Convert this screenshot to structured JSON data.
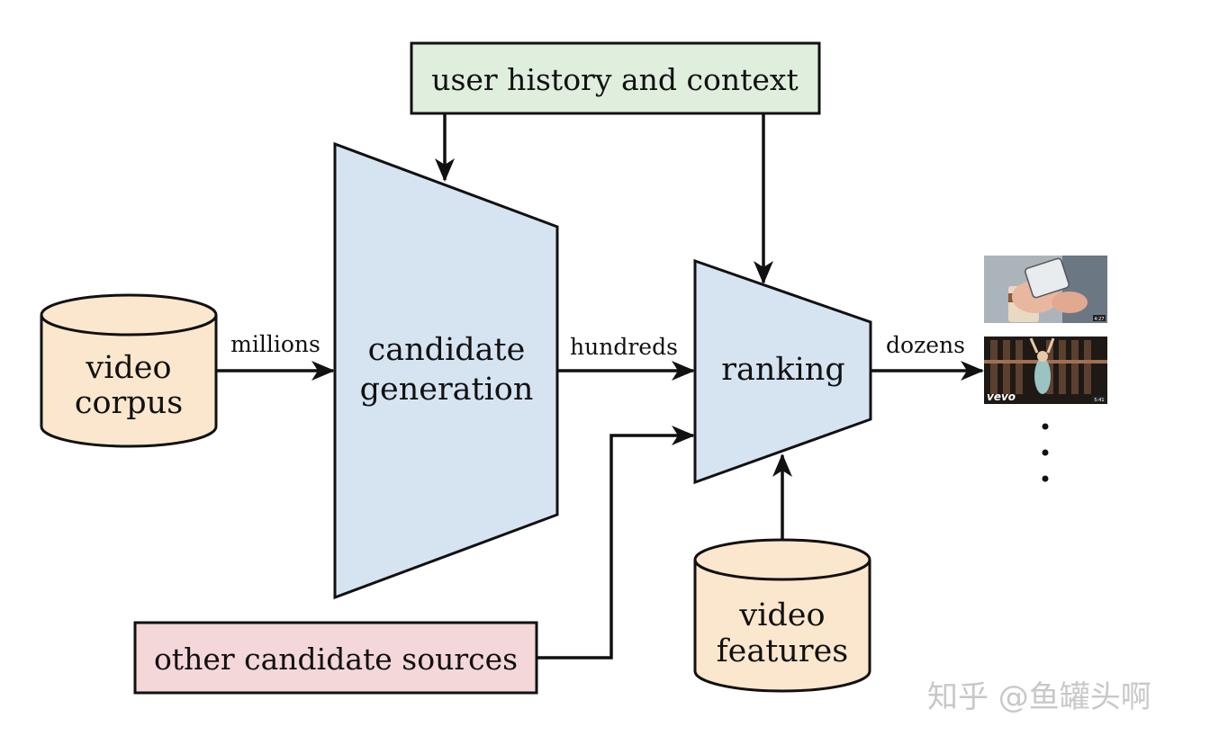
{
  "diagram": {
    "user_history": "user history and context",
    "video_corpus": [
      "video",
      "corpus"
    ],
    "candidate_generation": [
      "candidate",
      "generation"
    ],
    "ranking": "ranking",
    "video_features": [
      "video",
      "features"
    ],
    "other_sources": "other candidate sources",
    "edge_millions": "millions",
    "edge_hundreds": "hundreds",
    "edge_dozens": "dozens",
    "thumb_badge": "vevo",
    "thumb1_duration": "4:27",
    "thumb2_duration": "5:41",
    "ellipsis": [
      "•",
      "•",
      "•"
    ]
  },
  "watermark": "知乎 @鱼罐头啊",
  "colors": {
    "user_history_fill": "#dfeedd",
    "corpus_fill": "#fbe7cd",
    "funnel_fill": "#d6e4f2",
    "other_sources_fill": "#f4d7d9",
    "stroke": "#111111"
  }
}
